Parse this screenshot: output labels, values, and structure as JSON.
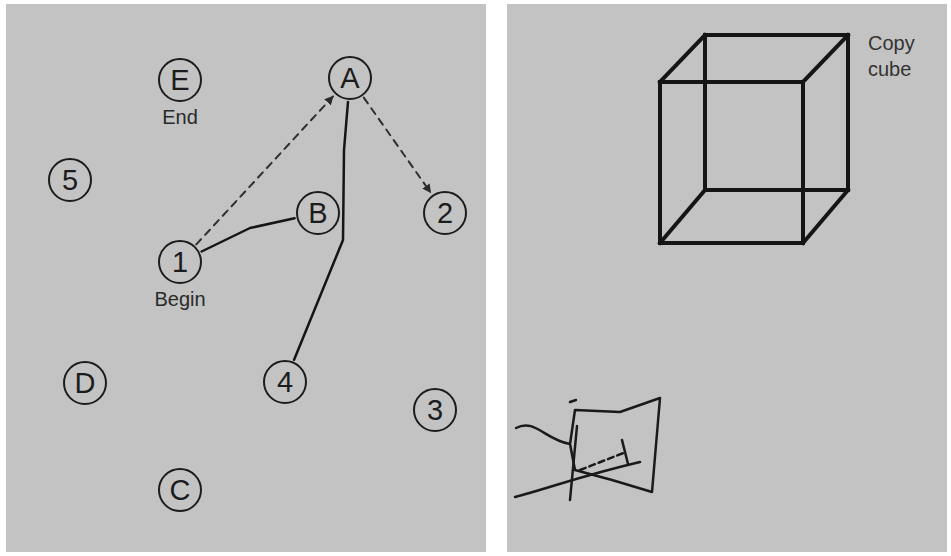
{
  "diagram": {
    "nodes": [
      {
        "text": [
          "E",
          "End"
        ]
      },
      {
        "text": [
          "A"
        ]
      },
      {
        "text": [
          "5"
        ]
      },
      {
        "text": [
          "B"
        ]
      },
      {
        "text": [
          "2"
        ]
      },
      {
        "text": [
          "1",
          "Begin"
        ]
      },
      {
        "text": [
          "D"
        ]
      },
      {
        "text": [
          "4"
        ]
      },
      {
        "text": [
          "3"
        ]
      },
      {
        "text": [
          "C"
        ]
      }
    ],
    "edges": [
      {
        "from": 5,
        "to": 1,
        "arrow": "to"
      },
      {
        "from": 1,
        "to": 4,
        "arrow": "to"
      },
      {
        "from": 5,
        "to": 3,
        "arrow": "none"
      },
      {
        "from": 1,
        "to": 7,
        "arrow": "none"
      }
    ],
    "labels": [
      "Copy cube"
    ]
  }
}
